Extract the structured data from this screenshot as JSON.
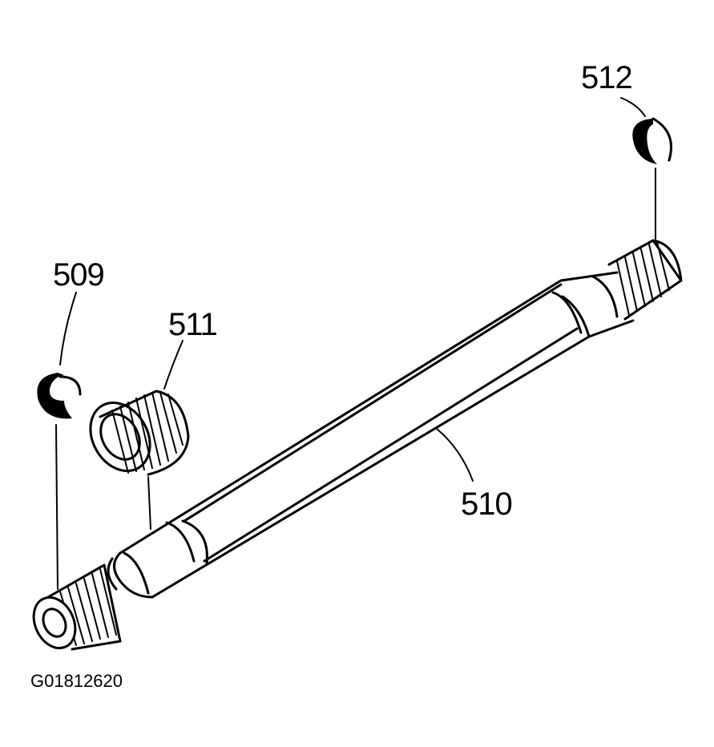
{
  "diagram": {
    "parts": [
      {
        "id": "shaft",
        "callout": "510"
      },
      {
        "id": "left-snap-ring",
        "callout": "509"
      },
      {
        "id": "bearing",
        "callout": "511"
      },
      {
        "id": "right-snap-ring",
        "callout": "512"
      }
    ],
    "figure_id": "G01812620"
  }
}
